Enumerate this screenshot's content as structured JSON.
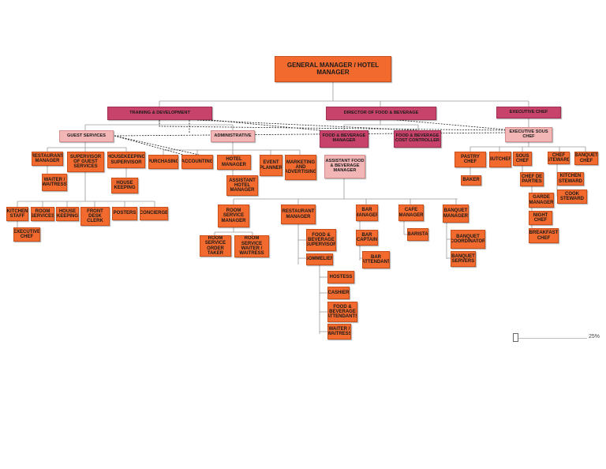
{
  "chart": {
    "gm": "GENERAL MANAGER / HOTEL MANAGER",
    "training": "TRAINING & DEVELOPMENT",
    "director_fb": "DIRECTOR OF FOOD & BEVERAGE",
    "exec_chef": "EXECUTIVE CHEF",
    "guest_services": "GUEST SERVICES",
    "administrative": "ADMINISTRATIVE",
    "fb_manager": "FOOD & BEVERAGE MANAGER",
    "fb_cost_controller": "FOOD & BEVERAGE COST CONTROLLER",
    "exec_sous_chef": "EXECUTIVE SOUS CHEF",
    "restaurant_manager_gs": "RESTAURANT MANAGER",
    "supervisor_gs": "SUPERVISOR OF GUEST SERVICES",
    "housekeeping_supervisor": "HOUSEKEEPING SUPERVISOR",
    "waiter_waitress_gs": "WAITER / WAITRESS",
    "house_keeping": "HOUSE KEEPING",
    "purchasing": "PURCHASING",
    "accounting": "ACCOUNTING",
    "hotel_manager": "HOTEL MANAGER",
    "assistant_hotel_manager": "ASSISTANT HOTEL MANAGER",
    "event_planner": "EVENT PLANNER",
    "marketing": "MARKETING AND ADVERTISING",
    "asst_fb_manager": "ASSISTANT FOOD & BEVERAGE MANAGER",
    "kitchen_staff": "KITCHEN STAFF",
    "room_services": "ROOM SERVICES",
    "house_keeping2": "HOUSE KEEPING",
    "front_desk_clerk": "FRONT DESK CLERK",
    "posters": "POSTERS",
    "concierge": "CONCIERGE",
    "executive_chef_small": "EXECUTIVE CHEF",
    "room_service_manager": "ROOM SERVICE MANAGER",
    "room_service_order_taker": "ROOM SERVICE ORDER TAKER",
    "room_service_waiter": "ROOM SERVICE WAITER / WAITRESS",
    "restaurant_manager": "RESTAURANT MANAGER",
    "fb_supervisor": "FOOD & BEVERAGE SUPERVISOR",
    "sommelier": "SOMMELIER",
    "hostess": "HOSTESS",
    "cashier": "CASHIER",
    "fb_attendants": "FOOD & BEVERAGE ATTENDANTS",
    "waiter_waitress": "WAITER / WAITRESS",
    "bar_manager": "BAR MANAGER",
    "bar_captain": "BAR CAPTAIN",
    "bar_attendant": "BAR ATTENDANT",
    "cafe_manager": "CAFE MANAGER",
    "barista": "BARISTA",
    "banquet_manager": "BANQUET MANAGER",
    "banquet_coordinator": "BANQUET COORDINATOR",
    "banquet_servers": "BANQUET SERVERS",
    "pastry_chef": "PASTRY CHEF",
    "baker": "BAKER",
    "butcher": "BUTCHER",
    "sous_chef": "SOUS CHEF",
    "chef_de_parties": "CHEF DE PARTIES",
    "garde_manager": "GARDE MANAGER",
    "night_chef": "NIGHT CHEF",
    "breakfast_chef": "BREAKFAST CHEF",
    "chef_steward": "CHEF STEWARD",
    "banquet_chef": "BANQUET CHEF",
    "kitchen_steward": "KITCHEN STEWARD",
    "cook_steward": "COOK STEWARD"
  },
  "colors": {
    "orange": "#f26a2e",
    "crimson": "#c7436b",
    "pink": "#f2b6b6",
    "line": "#9a9a9a"
  },
  "zoom": {
    "label": "25%",
    "level": 0.25
  }
}
